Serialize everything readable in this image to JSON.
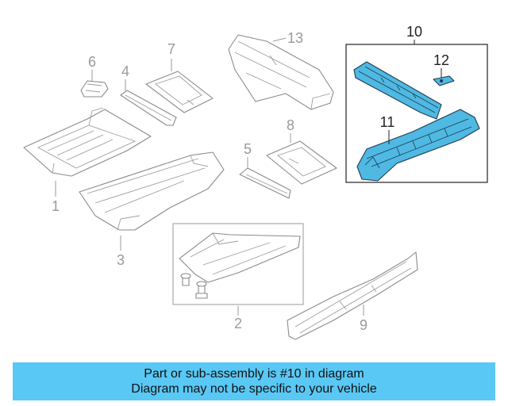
{
  "callouts": {
    "c1": "1",
    "c2": "2",
    "c3": "3",
    "c4": "4",
    "c5": "5",
    "c6": "6",
    "c7": "7",
    "c8": "8",
    "c9": "9",
    "c10": "10",
    "c11": "11",
    "c12": "12",
    "c13": "13"
  },
  "highlighted_callout": "10",
  "colors": {
    "highlight_fill": "#4fb9e3",
    "banner_background": "#5ac8f5",
    "line_gray": "#8a8a8a"
  },
  "banner": {
    "line1": "Part or sub-assembly is #10 in diagram",
    "line2": "Diagram may not be specific to your vehicle"
  }
}
